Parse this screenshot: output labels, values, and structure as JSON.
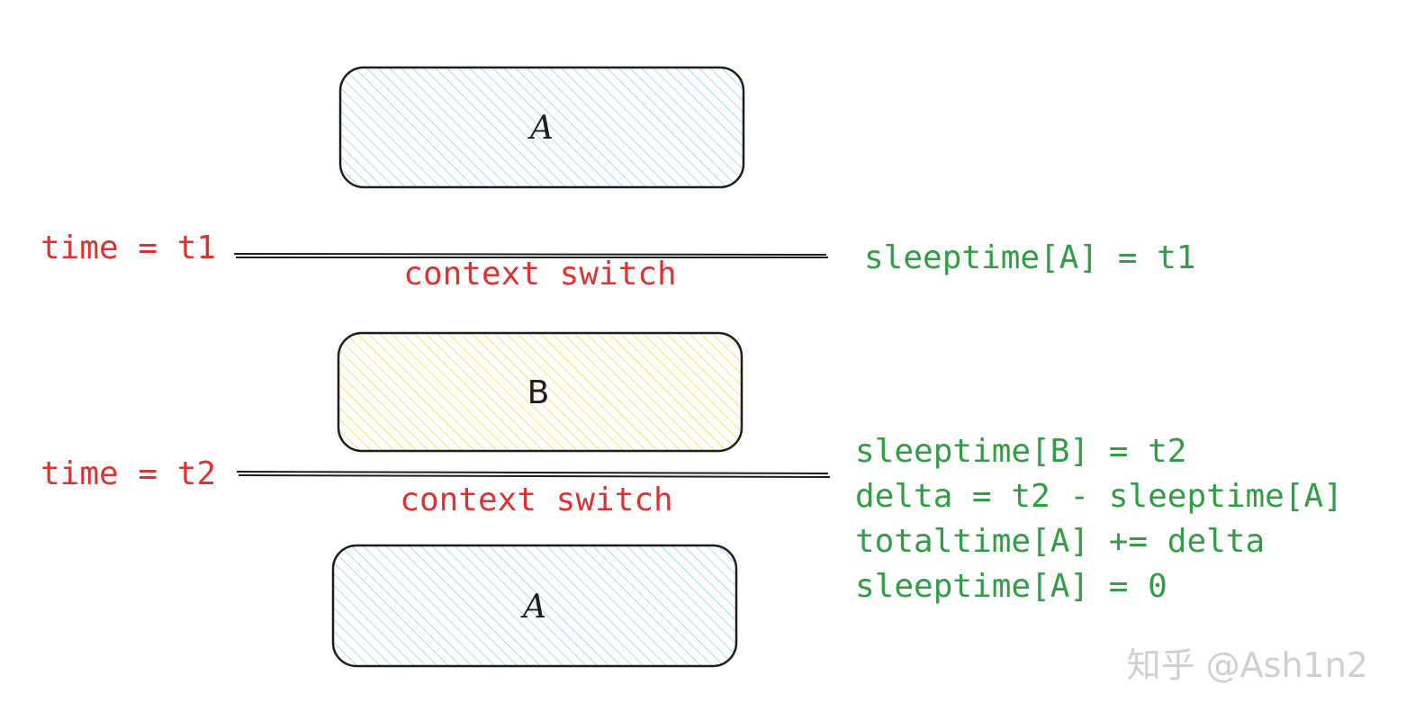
{
  "colors": {
    "box_a_fill": "#a5d8ff",
    "box_b_fill": "#ffec99",
    "outline": "#1e1e1e",
    "red": "#e03131",
    "green": "#2f9e44",
    "watermark": "#cfcfcf"
  },
  "blocks": [
    {
      "label": "A"
    },
    {
      "label": "B"
    },
    {
      "label": "A"
    }
  ],
  "switches": [
    {
      "time_label": "time = t1",
      "caption": "context switch",
      "notes": [
        "sleeptime[A] = t1"
      ]
    },
    {
      "time_label": "time = t2",
      "caption": "context switch",
      "notes": [
        "sleeptime[B] = t2",
        "delta = t2 - sleeptime[A]",
        "totaltime[A] += delta",
        "sleeptime[A] = 0"
      ]
    }
  ],
  "watermark": "知乎 @Ash1n2"
}
